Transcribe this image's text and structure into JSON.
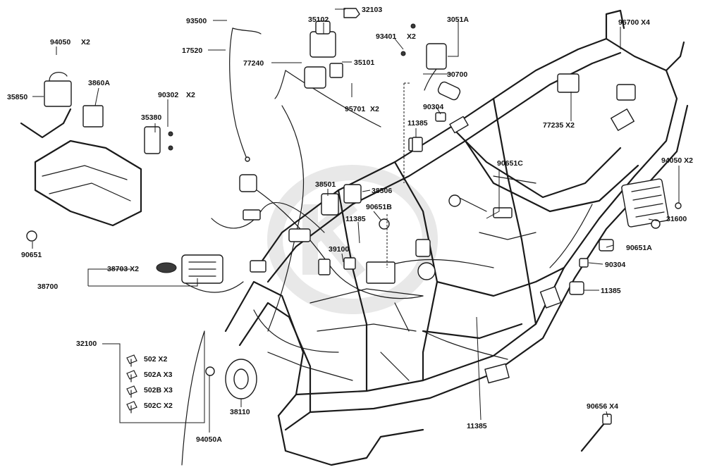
{
  "labels": {
    "p93500": "93500",
    "p32103": "32103",
    "p35102": "35102",
    "p3051A": "3051A",
    "p96700": "96700 X4",
    "p94050a": "94050",
    "p94050a_qty": "X2",
    "p17520": "17520",
    "p93401": "93401",
    "p93401_qty": "X2",
    "p77240": "77240",
    "p35101": "35101",
    "p30700": "30700",
    "p3860A": "3860A",
    "p35850": "35850",
    "p90302": "90302",
    "p90302_qty": "X2",
    "p95701": "95701",
    "p95701_qty": "X2",
    "p90304a": "90304",
    "p35380": "35380",
    "p11385a": "11385",
    "p77235": "77235 X2",
    "p90651C": "90651C",
    "p94050b": "94050 X2",
    "p38501": "38501",
    "p38506": "38506",
    "p90651B": "90651B",
    "p11385b": "11385",
    "p31600": "31600",
    "p90651a": "90651",
    "p39100": "39100",
    "p90651A": "90651A",
    "p38703": "38703 X2",
    "p90304b": "90304",
    "p38700": "38700",
    "p11385c": "11385",
    "p32100": "32100",
    "p502": "502 X2",
    "p502A": "502A X3",
    "p502B": "502B X3",
    "p502C": "502C X2",
    "p38110": "38110",
    "p90656": "90656 X4",
    "p11385d": "11385",
    "p94050A": "94050A"
  },
  "colors": {
    "ink": "#1a1a1a",
    "paper": "#ffffff",
    "watermark": "#e8e8e8"
  },
  "icons": {
    "clip": "cable-clip-icon"
  }
}
